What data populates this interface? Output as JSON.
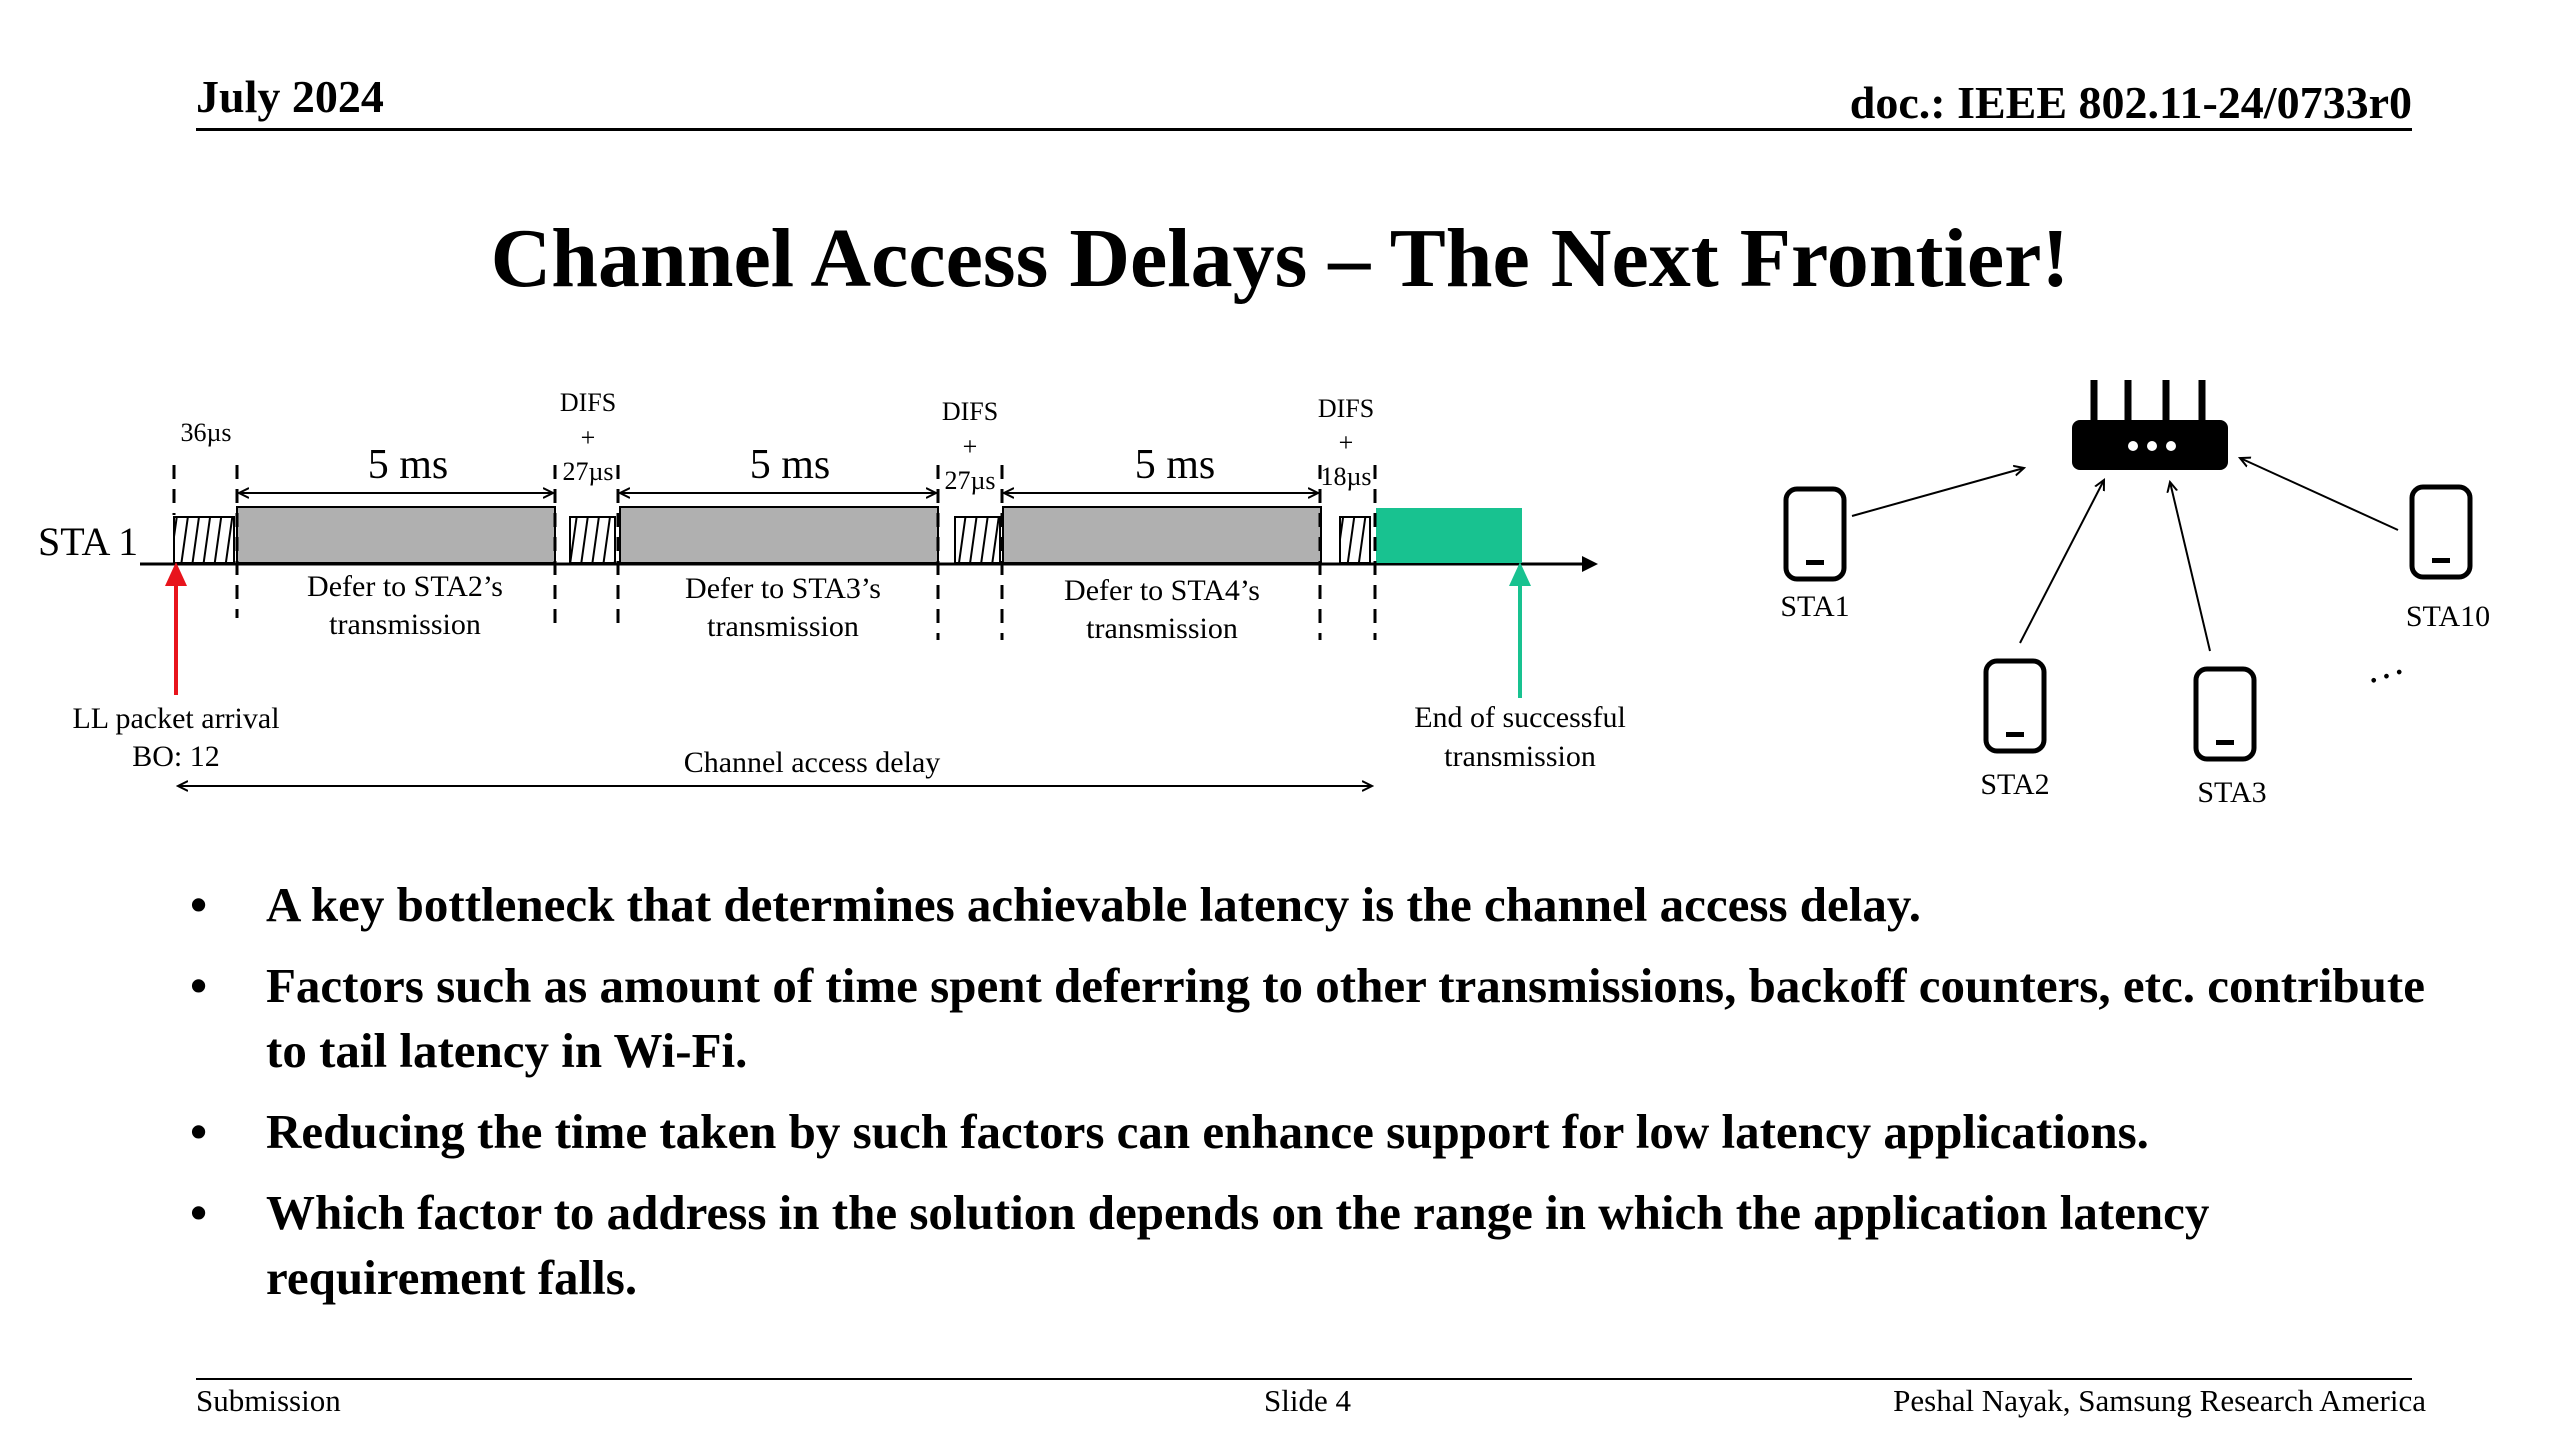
{
  "header": {
    "date": "July 2024",
    "doc": "doc.: IEEE 802.11-24/0733r0"
  },
  "title": "Channel Access Delays – The Next Frontier!",
  "timeline": {
    "sta_label": "STA 1",
    "initial_gap": "36µs",
    "durations": [
      "5 ms",
      "5 ms",
      "5 ms"
    ],
    "difs": [
      "DIFS",
      "DIFS",
      "DIFS"
    ],
    "plus": "+",
    "gaps": [
      "27µs",
      "27µs",
      "18µs"
    ],
    "defer_line1": [
      "Defer to STA2’s",
      "Defer to STA3’s",
      "Defer to STA4’s"
    ],
    "defer_line2": "transmission",
    "arrival_line1": "LL packet arrival",
    "arrival_line2": "BO: 12",
    "channel_access_delay": "Channel access delay",
    "end_line1": "End of successful",
    "end_line2": "transmission",
    "colors": {
      "arrival_arrow": "#e8141c",
      "success_block": "#18c290",
      "defer_block": "#b0b0b0"
    }
  },
  "network": {
    "stations": [
      "STA1",
      "STA2",
      "STA3",
      "STA10"
    ],
    "ellipsis": "…"
  },
  "bullets": [
    "A key bottleneck that determines achievable latency is the channel access delay.",
    "Factors such as amount of time spent deferring to other transmissions, backoff counters, etc. contribute to tail latency in Wi-Fi.",
    "Reducing the time taken by such factors can enhance support for low latency applications.",
    "Which factor to address in the solution depends on the range in which the application latency requirement falls."
  ],
  "bullet_symbol": "•",
  "footer": {
    "left": "Submission",
    "center": "Slide 4",
    "right": "Peshal Nayak, Samsung Research America"
  }
}
